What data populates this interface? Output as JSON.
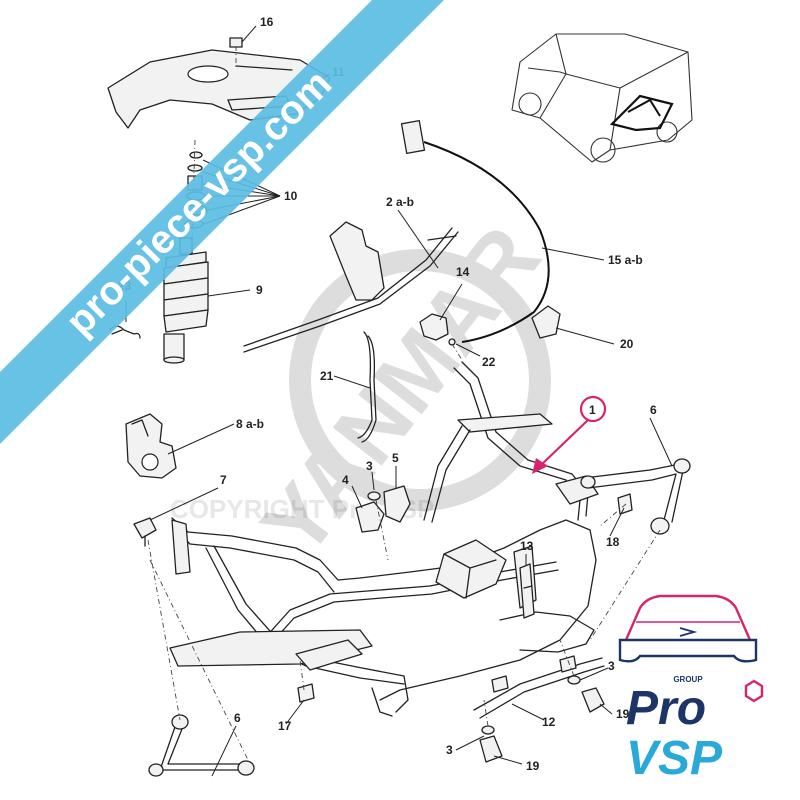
{
  "watermarks": {
    "site": "pro-piece-vsp.com",
    "brand": "YANMAR",
    "copyright": "COPYRIGHT Pro VSP"
  },
  "logo": {
    "group": "GROUP",
    "line1": "Pro",
    "line2": "VSP",
    "colors": {
      "pink": "#d6246e",
      "navy": "#1c3566",
      "cyan": "#29a9d8"
    }
  },
  "callouts": {
    "c16": "16",
    "c11": "11",
    "c10": "10",
    "c9": "9",
    "c23": "23",
    "c2": "2 a-b",
    "c15": "15 a-b",
    "c14": "14",
    "c20": "20",
    "c22": "22",
    "c21": "21",
    "c8": "8 a-b",
    "c1": "1",
    "c6top": "6",
    "c7": "7",
    "c3top": "3",
    "c5": "5",
    "c4": "4",
    "c13": "13",
    "c18": "18",
    "c3right": "3",
    "c19right": "19",
    "c12": "12",
    "c17": "17",
    "c6bottom": "6",
    "c3bottom": "3",
    "c19bottom": "19"
  },
  "highlight_color": "#d6246e",
  "banner_color": "#5bbde4"
}
